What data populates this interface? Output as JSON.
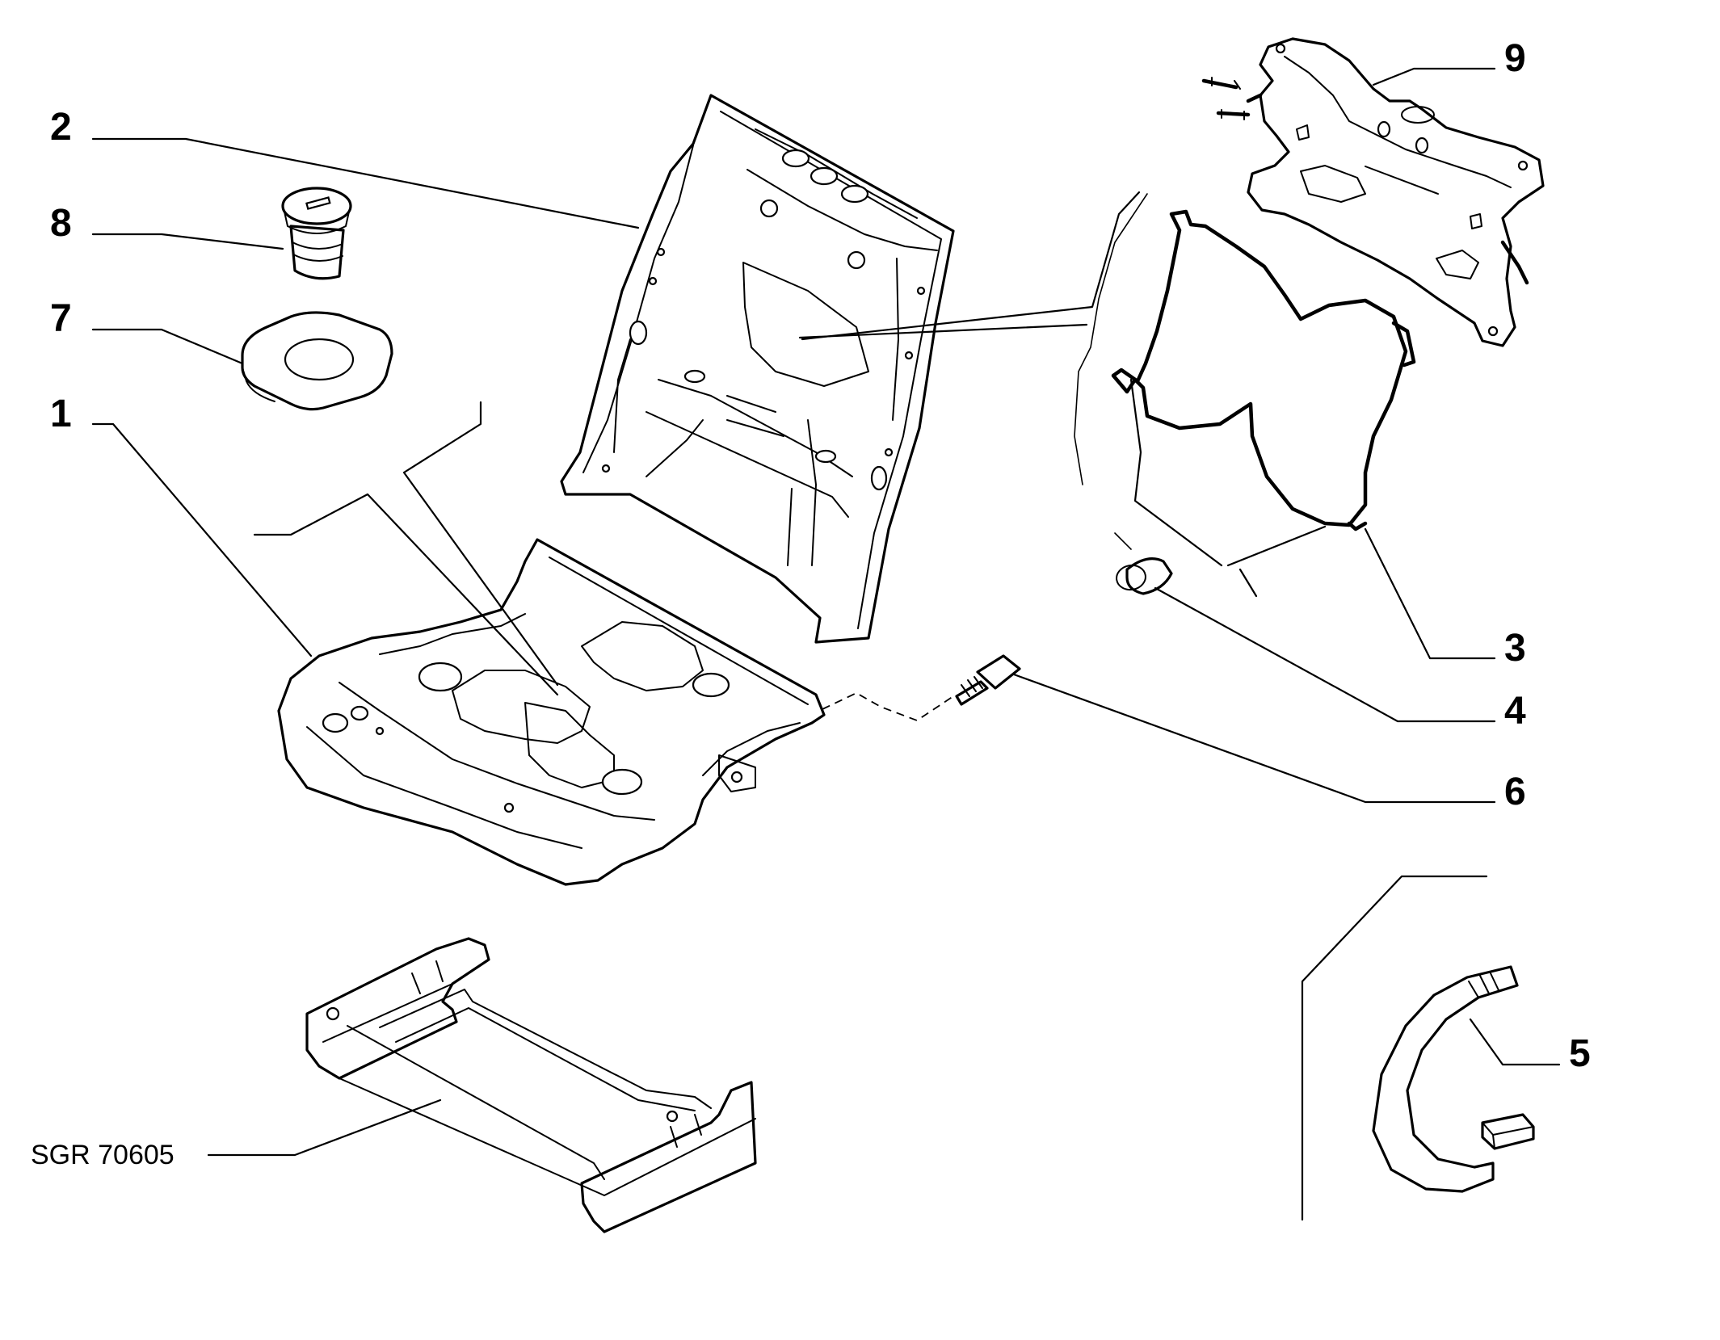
{
  "diagram": {
    "reference_code": "SGR 70605",
    "callouts": [
      {
        "id": "1",
        "label": "1"
      },
      {
        "id": "2",
        "label": "2"
      },
      {
        "id": "3",
        "label": "3"
      },
      {
        "id": "4",
        "label": "4"
      },
      {
        "id": "5",
        "label": "5"
      },
      {
        "id": "6",
        "label": "6"
      },
      {
        "id": "7",
        "label": "7"
      },
      {
        "id": "8",
        "label": "8"
      },
      {
        "id": "9",
        "label": "9"
      }
    ]
  }
}
